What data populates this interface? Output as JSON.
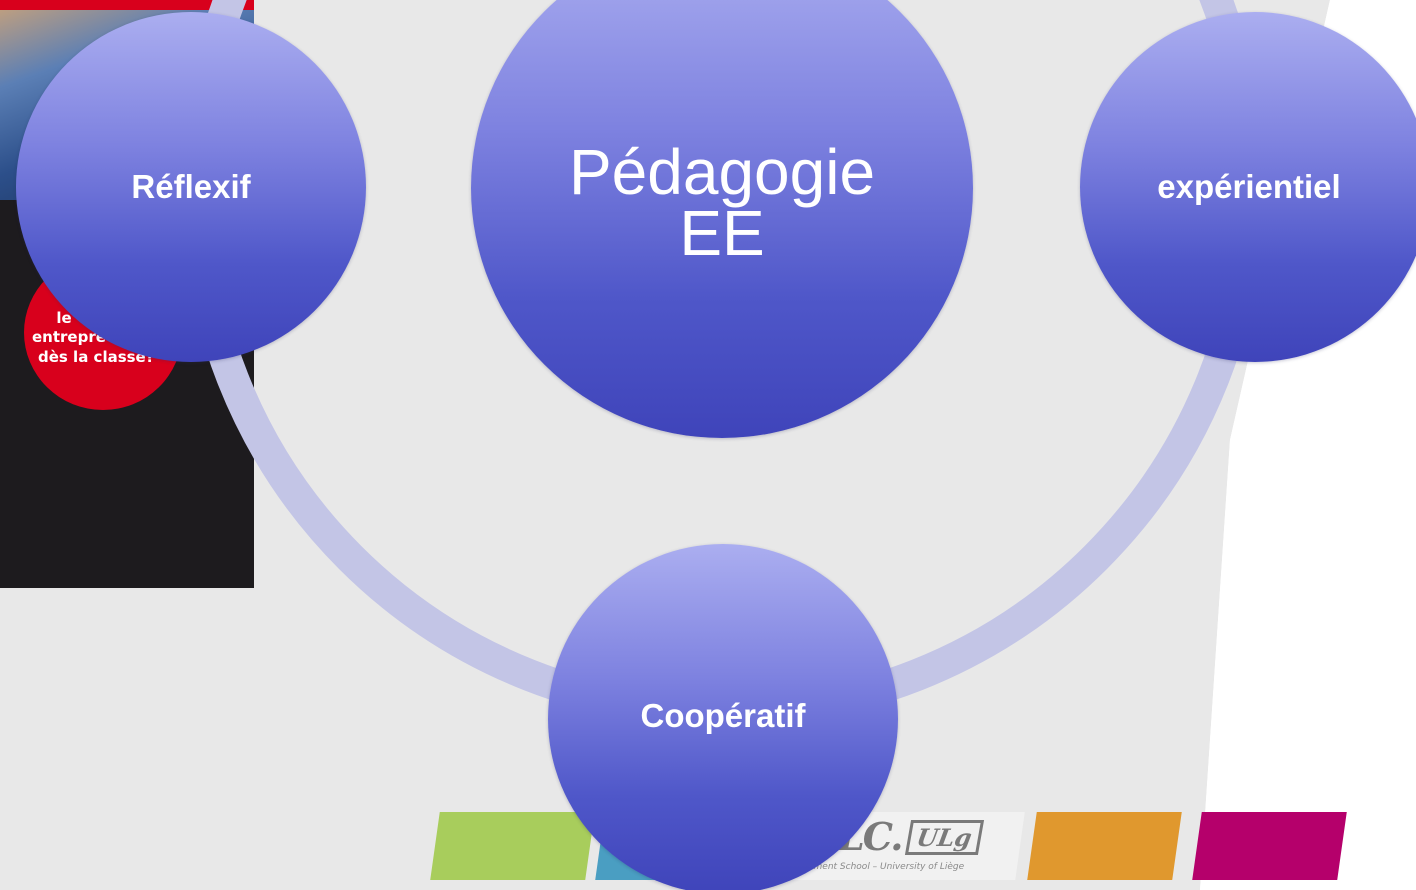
{
  "diagram": {
    "center_label": "Pédagogie\nEE",
    "nodes": [
      {
        "id": "reflexif",
        "label": "Réflexif"
      },
      {
        "id": "experientiel",
        "label": "expérientiel"
      },
      {
        "id": "cooperatif",
        "label": "Coopératif"
      }
    ]
  },
  "book_cover": {
    "badge_line1": "le",
    "badge_line2": "entrepre",
    "badge_line3": "dès la classe?"
  },
  "logo": {
    "text": "LC.",
    "ulg": "ULg",
    "tagline": "ement School – University of Liège"
  },
  "colors": {
    "background_gray": "#e8e8e8",
    "ring": "#c3c5e6",
    "node_top": "#abaef0",
    "node_bottom": "#3f44ba",
    "bar_green": "#a8cd5c",
    "bar_orange": "#e0982e",
    "bar_magenta": "#b5006b",
    "badge_red": "#d8001c"
  }
}
